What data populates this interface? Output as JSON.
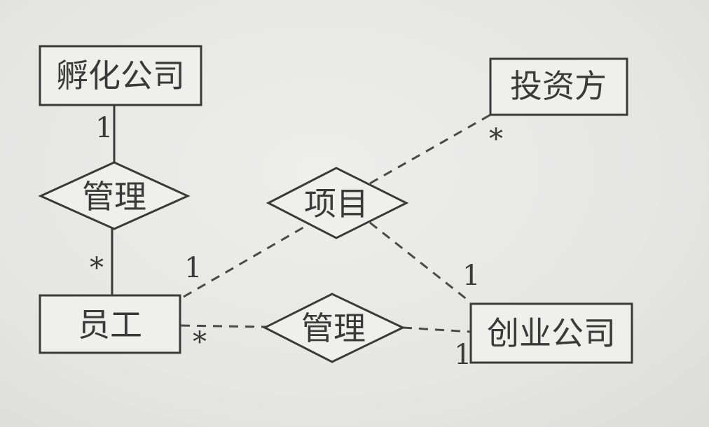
{
  "entities": {
    "incubator": "孵化公司",
    "investor": "投资方",
    "employee": "员工",
    "startup": "创业公司"
  },
  "relationships": {
    "manage_top": "管理",
    "project": "项目",
    "manage_bottom": "管理"
  },
  "cardinalities": {
    "incubator_manage": "1",
    "manage_employee": "*",
    "investor_project": "*",
    "employee_project": "1",
    "startup_project": "1",
    "employee_manage": "*",
    "startup_manage": "1"
  }
}
